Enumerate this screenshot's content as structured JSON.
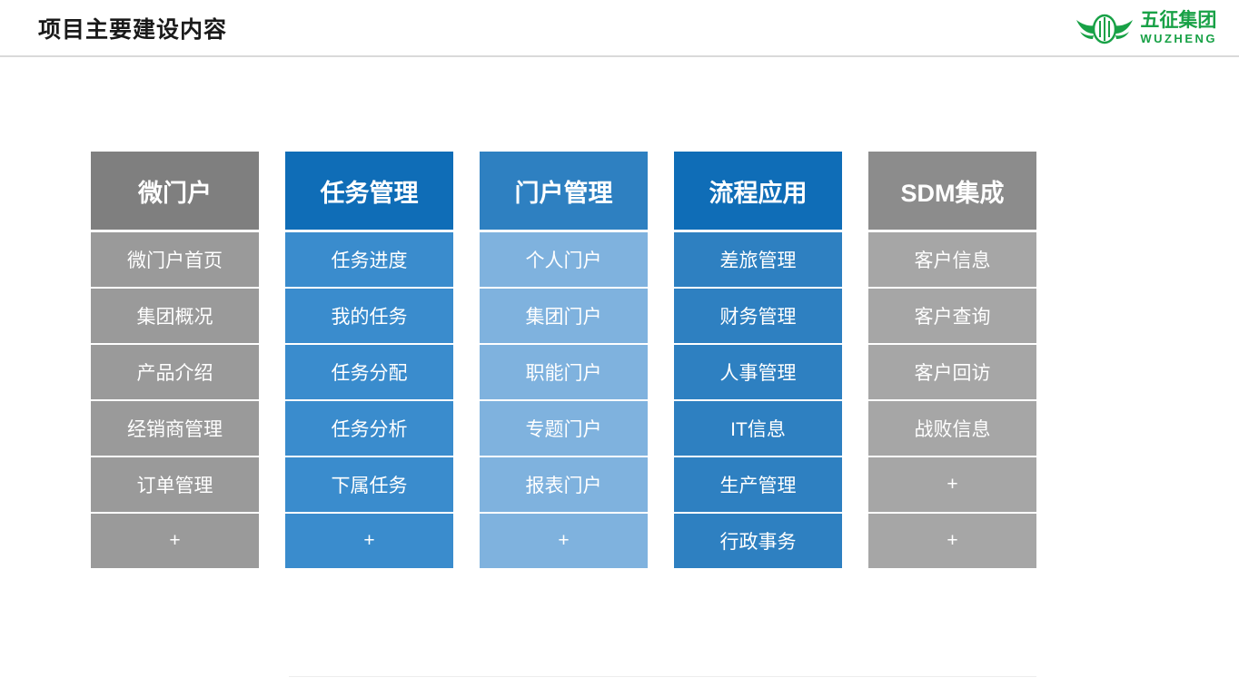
{
  "header": {
    "title": "项目主要建设内容"
  },
  "logo": {
    "name_cn": "五征集团",
    "name_en": "WUZHENG",
    "color": "#18A146"
  },
  "columns": [
    {
      "header": "微门户",
      "header_color": "#7F7F7F",
      "item_color": "#9A9A9A",
      "items": [
        "微门户首页",
        "集团概况",
        "产品介绍",
        "经销商管理",
        "订单管理",
        "+"
      ]
    },
    {
      "header": "任务管理",
      "header_color": "#0F6DB7",
      "item_color": "#3A8CCD",
      "items": [
        "任务进度",
        "我的任务",
        "任务分配",
        "任务分析",
        "下属任务",
        "+"
      ]
    },
    {
      "header": "门户管理",
      "header_color": "#2E80C1",
      "item_color": "#7FB2DE",
      "items": [
        "个人门户",
        "集团门户",
        "职能门户",
        "专题门户",
        "报表门户",
        "+"
      ]
    },
    {
      "header": "流程应用",
      "header_color": "#0F6DB7",
      "item_color": "#2E80C1",
      "items": [
        "差旅管理",
        "财务管理",
        "人事管理",
        "IT信息",
        "生产管理",
        "行政事务"
      ]
    },
    {
      "header": "SDM集成",
      "header_color": "#8C8C8C",
      "item_color": "#A6A6A6",
      "items": [
        "客户信息",
        "客户查询",
        "客户回访",
        "战败信息",
        "+",
        "+"
      ]
    }
  ]
}
